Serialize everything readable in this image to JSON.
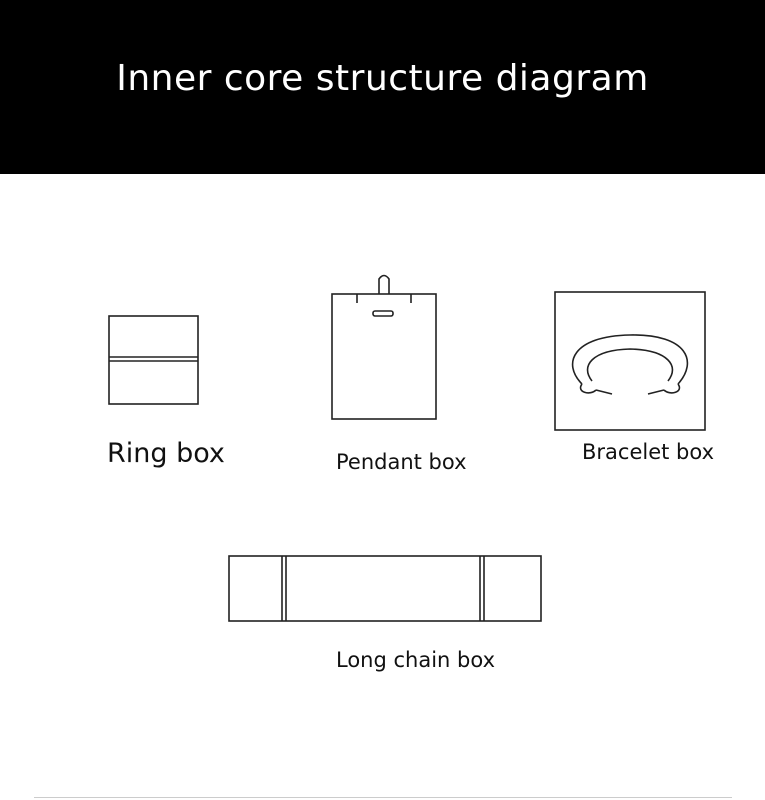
{
  "header": {
    "title": "Inner core structure diagram",
    "background": "#000000",
    "text_color": "#ffffff"
  },
  "boxes": {
    "ring": {
      "label": "Ring box"
    },
    "pendant": {
      "label": "Pendant box"
    },
    "bracelet": {
      "label": "Bracelet box"
    },
    "long_chain": {
      "label": "Long chain box"
    }
  },
  "colors": {
    "line": "#222222",
    "background": "#ffffff"
  }
}
